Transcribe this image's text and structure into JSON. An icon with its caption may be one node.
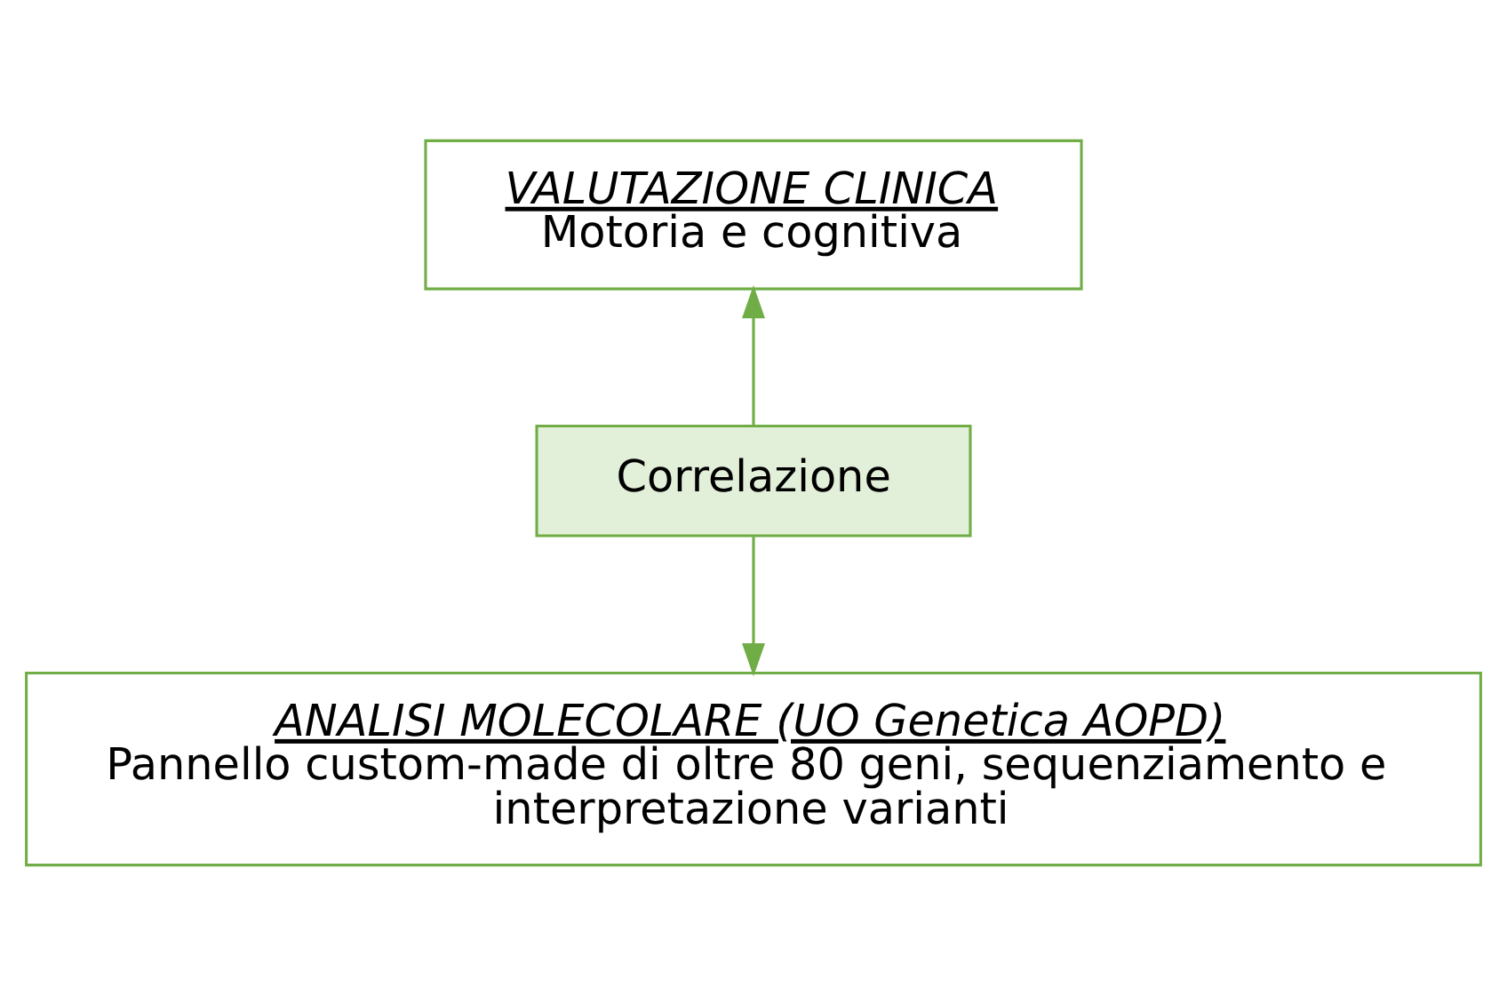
{
  "diagram": {
    "nodes": [
      {
        "text": [
          "VALUTAZIONE CLINICA",
          "Motoria e cognitiva"
        ]
      },
      {
        "text": [
          "Correlazione"
        ]
      },
      {
        "text": [
          "ANALISI MOLECOLARE (UO Genetica AOPD)",
          "Pannello custom-made di oltre 80 geni, sequenziamento e interpretazione varianti"
        ]
      }
    ],
    "edges": [
      {
        "from": 1,
        "to": 0,
        "arrow": "to"
      },
      {
        "from": 1,
        "to": 2,
        "arrow": "to"
      }
    ]
  }
}
